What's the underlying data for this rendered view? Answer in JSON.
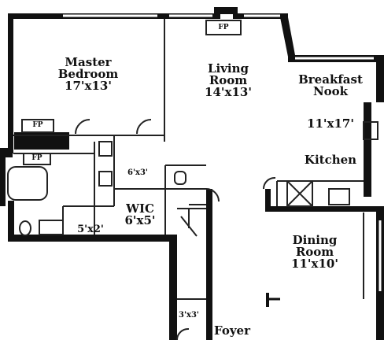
{
  "rooms": {
    "master_bedroom": {
      "name1": "Master",
      "name2": "Bedroom",
      "dims": "17'x13'"
    },
    "living_room": {
      "name1": "Living",
      "name2": "Room",
      "dims": "14'x13'"
    },
    "breakfast_nook": {
      "name1": "Breakfast",
      "name2": "Nook"
    },
    "kitchen": {
      "dims": "11'x17'",
      "name": "Kitchen"
    },
    "wic": {
      "name": "WIC",
      "dims": "6'x5'"
    },
    "dining_room": {
      "name1": "Dining",
      "name2": "Room",
      "dims": "11'x10'"
    },
    "foyer": {
      "name": "Foyer"
    },
    "closet_6x3": {
      "dims": "6'x3'"
    },
    "closet_5x2": {
      "dims": "5'x2'"
    },
    "closet_3x3": {
      "dims": "3'x3'"
    }
  },
  "fireplaces": {
    "bedroom": "FP",
    "living": "FP",
    "bath": "FP"
  },
  "colors": {
    "wall": "#111111",
    "line": "#222222",
    "background": "#ffffff"
  }
}
